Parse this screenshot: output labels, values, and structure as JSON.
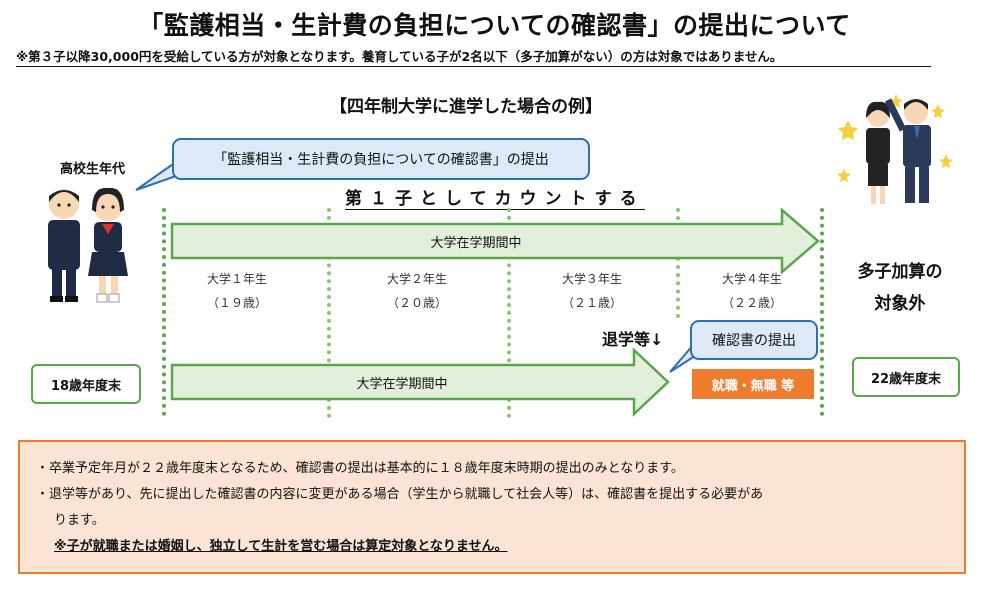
{
  "title": "「監護相当・生計費の負担についての確認書」の提出について",
  "note": "※第３子以降30,000円を受給している方が対象となります。養育している子が2名以下（多子加算がない）の方は対象ではありません。",
  "subtitle": "【四年制大学に進学した場合の例】",
  "highschool_label": "高校生年代",
  "callout_top": "「監護相当・生計費の負担についての確認書」の提出",
  "count_label": "第１子としてカウントする",
  "arrow_top": "大学在学期間中",
  "arrow_bottom": "大学在学期間中",
  "years": [
    {
      "grade": "大学１年生",
      "age": "（１９歳）"
    },
    {
      "grade": "大学２年生",
      "age": "（２０歳）"
    },
    {
      "grade": "大学３年生",
      "age": "（２１歳）"
    },
    {
      "grade": "大学４年生",
      "age": "（２２歳）"
    }
  ],
  "box_18": "18歳年度末",
  "box_22": "22歳年度末",
  "withdraw_label": "退学等↓",
  "callout_confirm": "確認書の提出",
  "employment_label": "就職・無職 等",
  "out_of_scope": [
    "多子加算の",
    "対象外"
  ],
  "colors": {
    "arrow_fill": "#e2efda",
    "arrow_stroke": "#58a84b",
    "callout_fill": "#dde9f6",
    "callout_stroke": "#2e6fb0",
    "accent_orange": "#ee7c2f",
    "note_fill": "#fbe4d5"
  },
  "notes": [
    "・卒業予定年月が２２歳年度末となるため、確認書の提出は基本的に１８歳年度末時期の提出のみとなります。",
    "・退学等があり、先に提出した確認書の内容に変更がある場合（学生から就職して社会人等）は、確認書を提出する必要があ",
    "ります。",
    "※子が就職または婚姻し、独立して生計を営む場合は算定対象となりません。"
  ],
  "icons": [
    "students-illustration",
    "celebrating-adults-illustration"
  ]
}
